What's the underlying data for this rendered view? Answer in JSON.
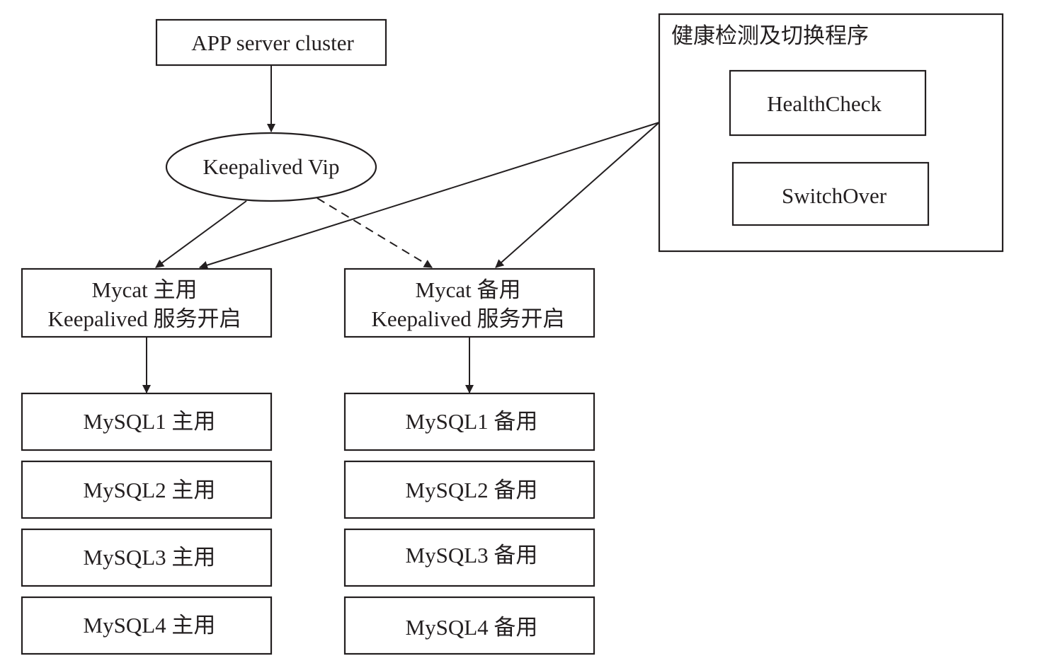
{
  "nodes": {
    "app_cluster": "APP server cluster",
    "vip": "Keepalived Vip",
    "health_panel": {
      "title": "健康检测及切换程序",
      "healthcheck": "HealthCheck",
      "switchover": "SwitchOver"
    },
    "mycat_primary": {
      "line1": "Mycat 主用",
      "line2": "Keepalived 服务开启"
    },
    "mycat_backup": {
      "line1": "Mycat 备用",
      "line2": "Keepalived 服务开启"
    },
    "mysql_primary": [
      "MySQL1 主用",
      "MySQL2 主用",
      "MySQL3 主用",
      "MySQL4 主用"
    ],
    "mysql_backup": [
      "MySQL1 备用",
      "MySQL2 备用",
      "MySQL3 备用",
      "MySQL4 备用"
    ]
  },
  "edges": [
    {
      "from": "app_cluster",
      "to": "vip",
      "style": "solid"
    },
    {
      "from": "vip",
      "to": "mycat_primary",
      "style": "solid"
    },
    {
      "from": "vip",
      "to": "mycat_backup",
      "style": "dashed"
    },
    {
      "from": "health_panel",
      "to": "mycat_primary",
      "style": "solid"
    },
    {
      "from": "health_panel",
      "to": "mycat_backup",
      "style": "solid"
    },
    {
      "from": "mycat_primary",
      "to": "mysql_primary",
      "style": "solid"
    },
    {
      "from": "mycat_backup",
      "to": "mysql_backup",
      "style": "solid"
    }
  ],
  "colors": {
    "stroke": "#231f20",
    "background": "#ffffff"
  }
}
